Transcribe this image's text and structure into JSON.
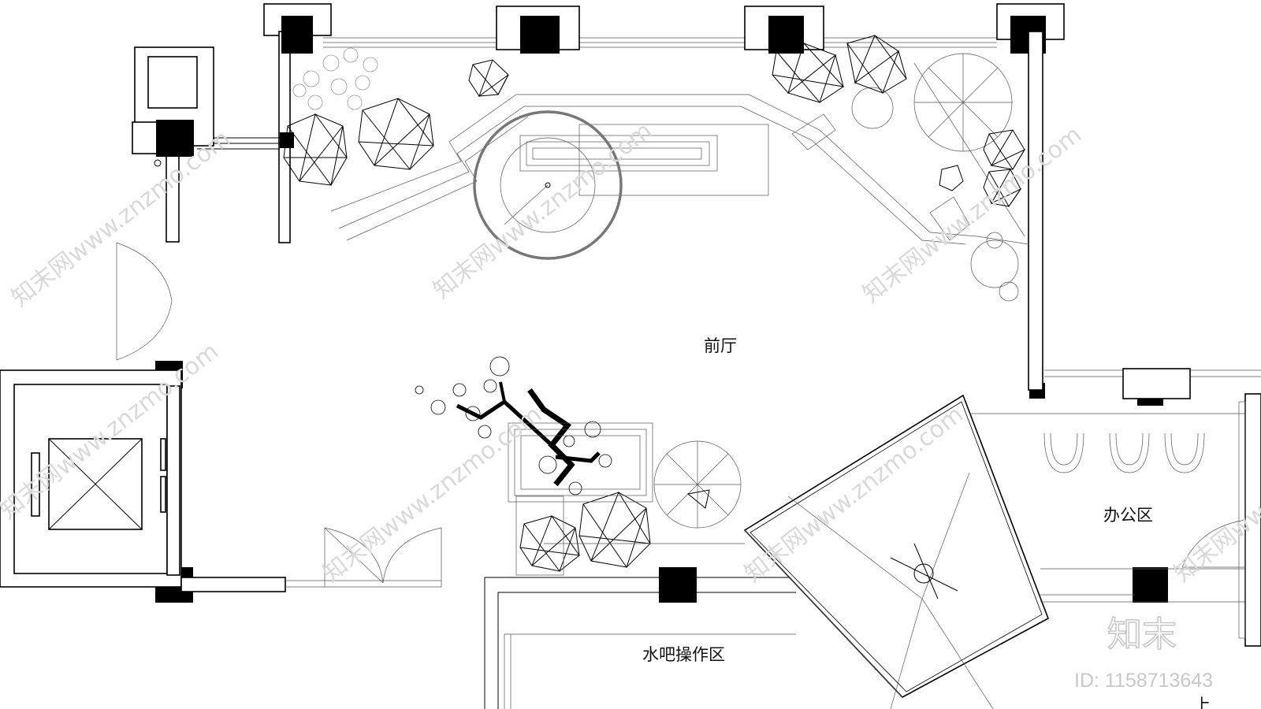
{
  "plan": {
    "rooms": [
      {
        "id": "lobby",
        "label": "前厅"
      },
      {
        "id": "office",
        "label": "办公区"
      },
      {
        "id": "bar",
        "label": "水吧操作区"
      },
      {
        "id": "stair",
        "label": "上"
      }
    ]
  },
  "watermark": {
    "brand": "知末",
    "id_text": "ID: 1158713643",
    "repeat_text": "知末网www.znzmo.com"
  }
}
